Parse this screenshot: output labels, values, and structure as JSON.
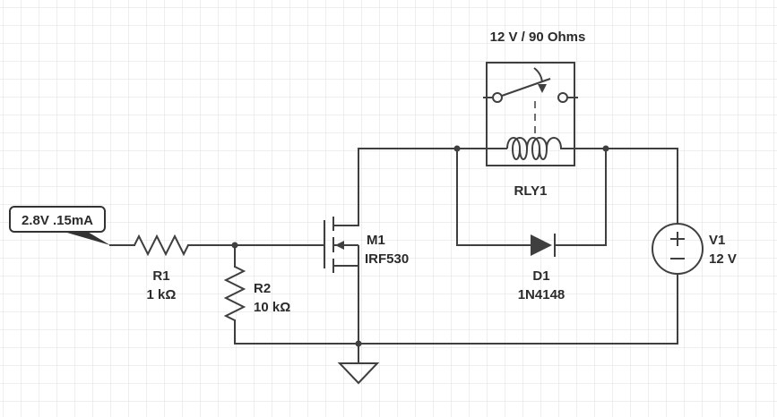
{
  "input_probe": {
    "label": "2.8V .15mA"
  },
  "components": {
    "r1": {
      "name": "R1",
      "value": "1 kΩ"
    },
    "r2": {
      "name": "R2",
      "value": "10 kΩ"
    },
    "m1": {
      "name": "M1",
      "part": "IRF530"
    },
    "rly1": {
      "name": "RLY1",
      "rating": "12 V / 90 Ohms"
    },
    "d1": {
      "name": "D1",
      "part": "1N4148"
    },
    "v1": {
      "name": "V1",
      "value": "12 V"
    }
  },
  "colors": {
    "wire": "#3f3f3f",
    "grid": "#dddddd",
    "background": "#ffffff"
  }
}
